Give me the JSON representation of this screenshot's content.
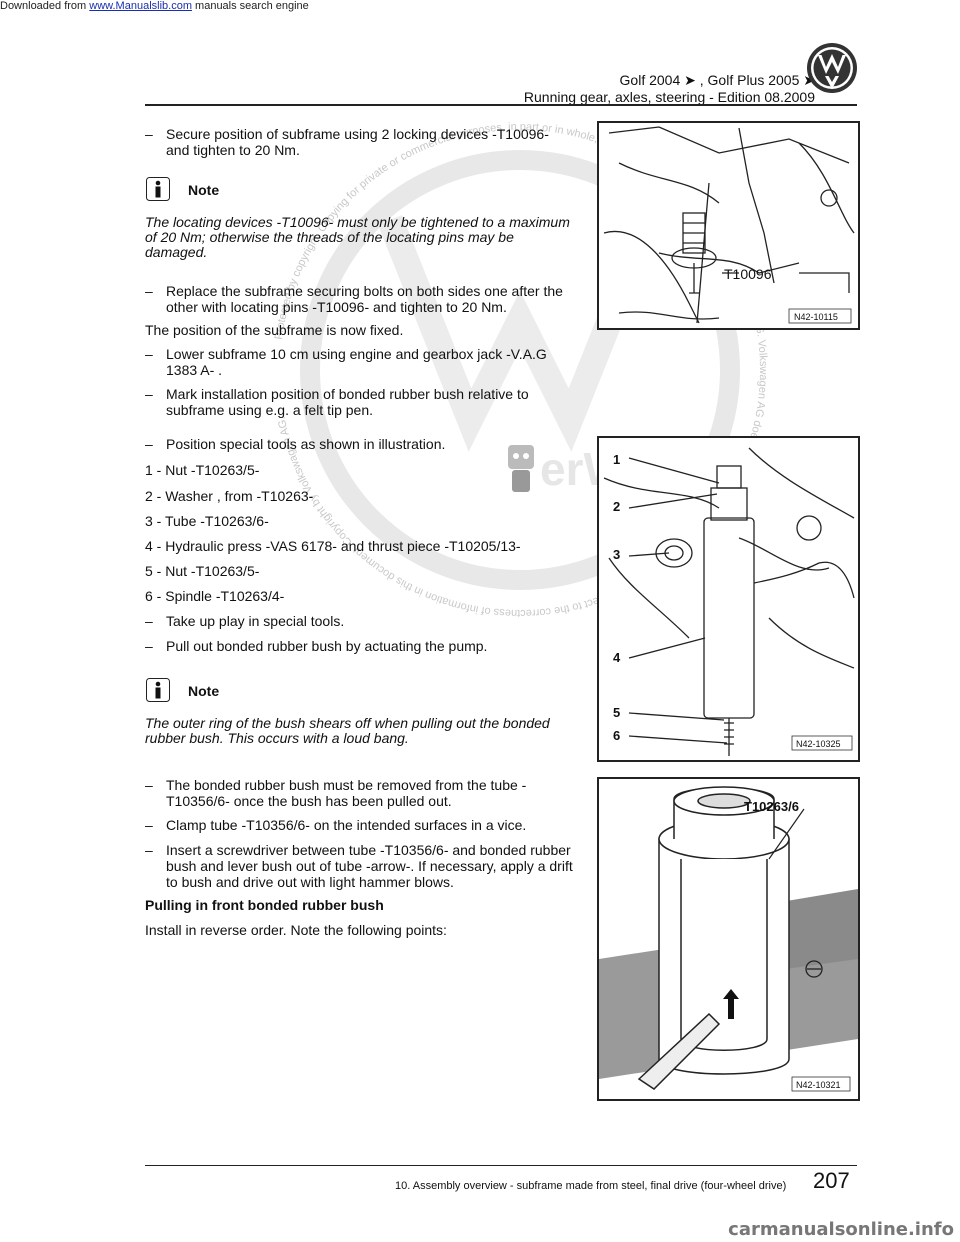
{
  "topline": {
    "prefix": "Downloaded from ",
    "link": "www.Manualslib.com",
    "suffix": " manuals search engine"
  },
  "header": {
    "line1": "Golf 2004 ➤ , Golf Plus 2005 ➤",
    "line2": "Running gear, axles, steering - Edition 08.2009"
  },
  "body": {
    "step1": "Secure position of subframe using 2 locking devices -T10096- and tighten to 20 Nm.",
    "note1_label": "Note",
    "note1_text": "The locating devices -T10096- must only be tightened to a maximum of 20 Nm; otherwise the threads of the locating pins may be damaged.",
    "step2": "Replace the subframe securing bolts on both sides one after the other with locating pins -T10096- and tighten to 20 Nm.",
    "para1": "The position of the subframe is now fixed.",
    "step3": "Lower subframe 10 cm using engine and gearbox jack -V.A.G 1383 A- .",
    "step4": "Mark installation position of bonded rubber bush relative to subframe using e.g. a felt tip pen.",
    "step5": "Position special tools as shown in illustration.",
    "items": [
      "1 - Nut -T10263/5-",
      "2 - Washer , from -T10263-",
      "3 - Tube -T10263/6-",
      "4 - Hydraulic press -VAS 6178- and thrust piece -T10205/13-",
      "5 - Nut -T10263/5-",
      "6 - Spindle -T10263/4-"
    ],
    "step6": "Take up play in special tools.",
    "step7": "Pull out bonded rubber bush by actuating the pump.",
    "note2_label": "Note",
    "note2_text": "The outer ring of the bush shears off when pulling out the bonded rubber bush. This occurs with a loud bang.",
    "step8": "The bonded rubber bush must be removed from the tube -T10356/6- once the bush has been pulled out.",
    "step9": "Clamp tube -T10356/6- on the intended surfaces in a vice.",
    "step10": "Insert a screwdriver between tube -T10356/6- and bonded rubber bush and lever bush out of tube -arrow-. If necessary, apply a drift to bush and drive out with light hammer blows.",
    "heading": "Pulling in front bonded rubber bush",
    "para2": "Install in reverse order. Note the following points:",
    "dash": "–"
  },
  "figures": {
    "fig1_label": "T10096",
    "fig1_code": "N42-10115",
    "fig2_labels": [
      "1",
      "2",
      "3",
      "4",
      "5",
      "6"
    ],
    "fig2_code": "N42-10325",
    "fig3_label": "T10263/6",
    "fig3_code": "N42-10321"
  },
  "footer": {
    "chapter": "10. Assembly overview - subframe made from steel, final drive (four-wheel drive)",
    "page": "207"
  },
  "watermark": {
    "outer_text": "Protected by copyright. Copying for private or commercial purposes, in part or in whole, is not permitted unless authorised by Volkswagen AG. Volkswagen AG does not guarantee or accept any liability with respect to the correctness of information in this document. Copyright by Volkswagen AG.",
    "brand": "erWin"
  },
  "bottom_brand": "carmanualsonline.info"
}
